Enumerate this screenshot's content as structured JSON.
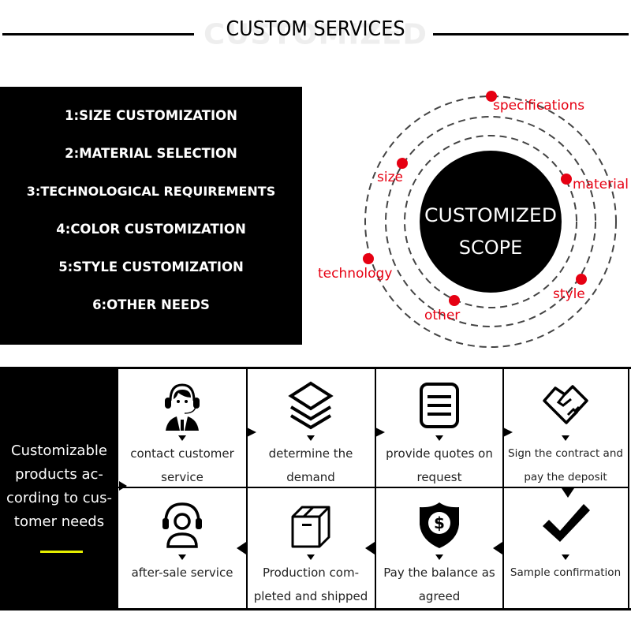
{
  "header": {
    "title": "CUSTOM SERVICES",
    "watermark": "CUSTOMIZED"
  },
  "services_list": {
    "items": [
      "1:SIZE CUSTOMIZATION",
      "2:MATERIAL SELECTION",
      "3:TECHNOLOGICAL REQUIREMENTS",
      "4:COLOR CUSTOMIZATION",
      "5:STYLE CUSTOMIZATION",
      "6:OTHER NEEDS"
    ]
  },
  "scope": {
    "center_line1": "CUSTOMIZED",
    "center_line2": "SCOPE",
    "accent_color": "#e60012",
    "labels": {
      "specifications": "specifications",
      "size": "size",
      "material": "material",
      "technology": "technology",
      "style": "style",
      "other": "other"
    }
  },
  "process": {
    "intro": [
      "Customizable",
      "products ac-",
      "cording to cus-",
      "tomer needs"
    ],
    "intro_accent": "#e6ef00",
    "steps": [
      {
        "icon": "customer-service-agent-icon",
        "line1": "contact customer",
        "line2": "service"
      },
      {
        "icon": "layers-icon",
        "line1": "determine the",
        "line2": "demand"
      },
      {
        "icon": "document-list-icon",
        "line1": "provide quotes on",
        "line2": "request"
      },
      {
        "icon": "handshake-icon",
        "line1": "Sign the contract and",
        "line2": "pay the deposit"
      },
      {
        "icon": "checkmark-icon",
        "line1": "Sample confirmation",
        "line2": ""
      },
      {
        "icon": "shield-dollar-icon",
        "line1": "Pay the balance as",
        "line2": "agreed"
      },
      {
        "icon": "box-icon",
        "line1": "Production com-",
        "line2": "pleted and shipped"
      },
      {
        "icon": "headset-user-icon",
        "line1": "after-sale service",
        "line2": ""
      }
    ]
  }
}
